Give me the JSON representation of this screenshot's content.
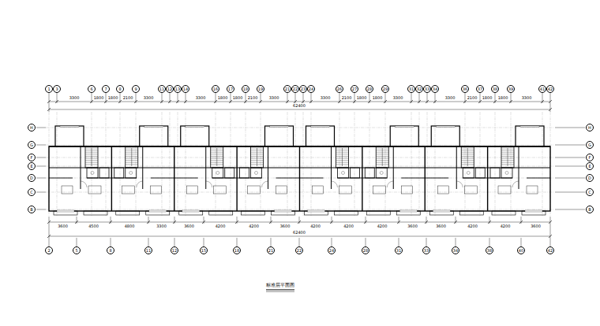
{
  "diagram": {
    "caption": "标准层平面图",
    "nodes": [
      {
        "text": [
          "1"
        ]
      },
      {
        "text": [
          "3"
        ]
      },
      {
        "text": [
          "6"
        ]
      },
      {
        "text": [
          "7"
        ]
      },
      {
        "text": [
          "8"
        ]
      },
      {
        "text": [
          "9"
        ]
      },
      {
        "text": [
          "11"
        ]
      },
      {
        "text": [
          "12"
        ]
      },
      {
        "text": [
          "13"
        ]
      },
      {
        "text": [
          "14"
        ]
      },
      {
        "text": [
          "16"
        ]
      },
      {
        "text": [
          "17"
        ]
      },
      {
        "text": [
          "18"
        ]
      },
      {
        "text": [
          "19"
        ]
      },
      {
        "text": [
          "21"
        ]
      },
      {
        "text": [
          "22"
        ]
      },
      {
        "text": [
          "23"
        ]
      },
      {
        "text": [
          "24"
        ]
      },
      {
        "text": [
          "26"
        ]
      },
      {
        "text": [
          "27"
        ]
      },
      {
        "text": [
          "28"
        ]
      },
      {
        "text": [
          "29"
        ]
      },
      {
        "text": [
          "31"
        ]
      },
      {
        "text": [
          "32"
        ]
      },
      {
        "text": [
          "33"
        ]
      },
      {
        "text": [
          "34"
        ]
      },
      {
        "text": [
          "36"
        ]
      },
      {
        "text": [
          "37"
        ]
      },
      {
        "text": [
          "38"
        ]
      },
      {
        "text": [
          "39"
        ]
      },
      {
        "text": [
          "41"
        ]
      },
      {
        "text": [
          "42"
        ]
      },
      {
        "text": [
          "H"
        ]
      },
      {
        "text": [
          "G"
        ]
      },
      {
        "text": [
          "F"
        ]
      },
      {
        "text": [
          "E"
        ]
      },
      {
        "text": [
          "D"
        ]
      },
      {
        "text": [
          "C"
        ]
      },
      {
        "text": [
          "B"
        ]
      },
      {
        "text": [
          "H"
        ]
      },
      {
        "text": [
          "G"
        ]
      },
      {
        "text": [
          "F"
        ]
      },
      {
        "text": [
          "E"
        ]
      },
      {
        "text": [
          "D"
        ]
      },
      {
        "text": [
          "C"
        ]
      },
      {
        "text": [
          "B"
        ]
      },
      {
        "text": [
          "2"
        ]
      },
      {
        "text": [
          "5"
        ]
      },
      {
        "text": [
          "8"
        ]
      },
      {
        "text": [
          "11"
        ]
      },
      {
        "text": [
          "12"
        ]
      },
      {
        "text": [
          "15"
        ]
      },
      {
        "text": [
          "18"
        ]
      },
      {
        "text": [
          "21"
        ]
      },
      {
        "text": [
          "22"
        ]
      },
      {
        "text": [
          "24"
        ]
      },
      {
        "text": [
          "28"
        ]
      },
      {
        "text": [
          "31"
        ]
      },
      {
        "text": [
          "33"
        ]
      },
      {
        "text": [
          "34"
        ]
      },
      {
        "text": [
          "38"
        ]
      },
      {
        "text": [
          "40"
        ]
      },
      {
        "text": [
          "42"
        ]
      }
    ],
    "labels": [
      "3300",
      "1800",
      "1800",
      "2100",
      "3300",
      "3300",
      "1800",
      "1800",
      "2100",
      "3300",
      "3300",
      "2100",
      "1800",
      "1800",
      "3300",
      "3300",
      "2100",
      "1800",
      "1800",
      "3300",
      "62400",
      "3600",
      "4500",
      "4800",
      "3300",
      "3600",
      "4200",
      "4200",
      "3600",
      "4200",
      "4200",
      "4200",
      "3600",
      "3600",
      "4200",
      "4200",
      "3600",
      "62400"
    ]
  }
}
